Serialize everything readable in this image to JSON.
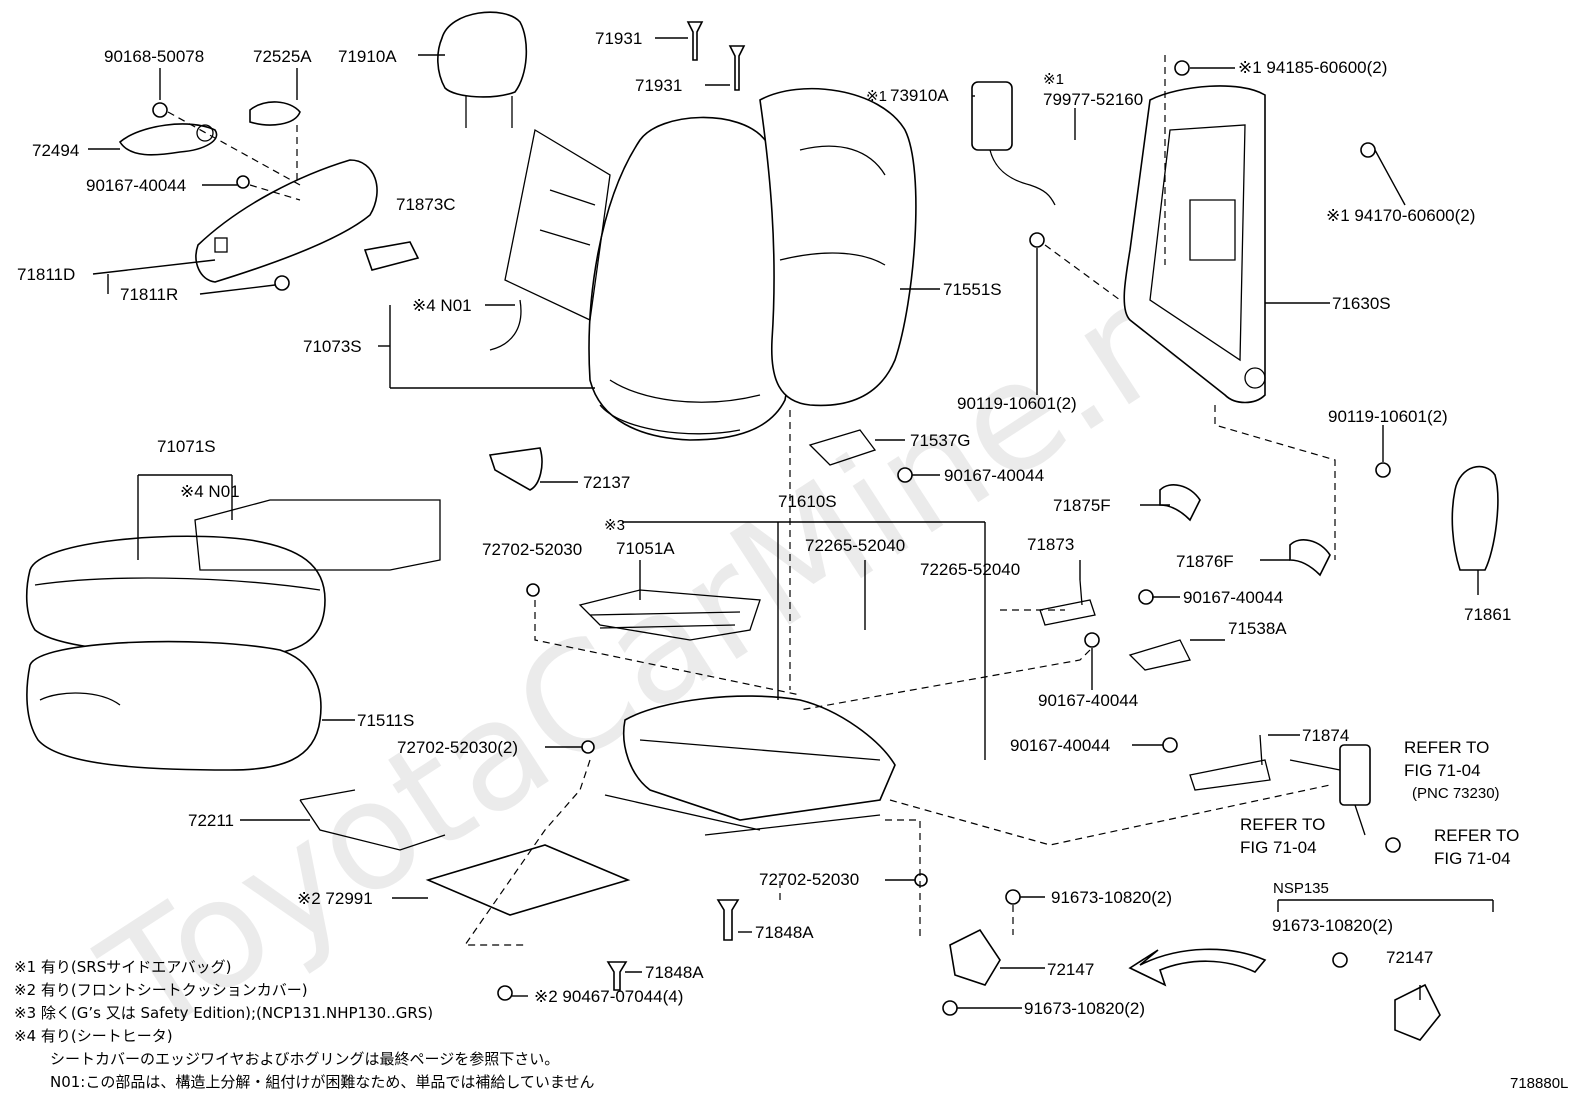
{
  "watermark": "ToyotaCarMine.ru",
  "diagram_code": "718880L",
  "labels": {
    "p90168": "90168-50078",
    "p72525a": "72525A",
    "p71910a": "71910A",
    "p71931a": "71931",
    "p71931b": "71931",
    "p73910a_mark": "※1",
    "p73910a": "73910A",
    "p79977_mark": "※1",
    "p79977": "79977-52160",
    "p94185": "※1 94185-60600(2)",
    "p72494": "72494",
    "p90167_top": "90167-40044",
    "p94170": "※1 94170-60600(2)",
    "p71873c": "71873C",
    "p71811d": "71811D",
    "p71811r": "71811R",
    "p71551s": "71551S",
    "p71630s": "71630S",
    "pN01_top": "※4 N01",
    "p71073s": "71073S",
    "p90119_a": "90119-10601(2)",
    "p90119_b": "90119-10601(2)",
    "p71071s": "71071S",
    "pN01_low": "※4 N01",
    "p72137": "72137",
    "p71537g": "71537G",
    "p90167_mid": "90167-40044",
    "p71610s": "71610S",
    "p71875f": "71875F",
    "p71861": "71861",
    "pmark3": "※3",
    "p71051a": "71051A",
    "p72702_a": "72702-52030",
    "p72265_a": "72265-52040",
    "p72265_b": "72265-52040",
    "p71873": "71873",
    "p71876f": "71876F",
    "p90167_r1": "90167-40044",
    "p71538a": "71538A",
    "p90167_r2": "90167-40044",
    "p71511s": "71511S",
    "p72702_b": "72702-52030(2)",
    "p90167_r3": "90167-40044",
    "p71874": "71874",
    "ref1_a": "REFER TO",
    "ref1_b": "FIG 71-04",
    "ref1_c": "(PNC 73230)",
    "ref2_a": "REFER TO",
    "ref2_b": "FIG 71-04",
    "ref3_a": "REFER TO",
    "ref3_b": "FIG 71-04",
    "p72211": "72211",
    "p72702_c": "72702-52030",
    "p91673_a": "91673-10820(2)",
    "nsp": "NSP135",
    "p91673_b": "91673-10820(2)",
    "p72991": "※2 72991",
    "p71848a_a": "71848A",
    "p72147_a": "72147",
    "p72147_b": "72147",
    "p71848a_b": "71848A",
    "p90467": "※2 90467-07044(4)",
    "p91673_c": "91673-10820(2)"
  },
  "notes": [
    "※1 有り(SRSサイドエアバッグ)",
    "※2 有り(フロントシートクッションカバー)",
    "※3 除く(G’s 又は Safety Edition);(NCP131.NHP130..GRS)",
    "※4 有り(シートヒータ)",
    "シートカバーのエッジワイヤおよびホグリングは最終ページを参照下さい。",
    "N01:この部品は、構造上分解・組付けが困難なため、単品では補給していません"
  ]
}
